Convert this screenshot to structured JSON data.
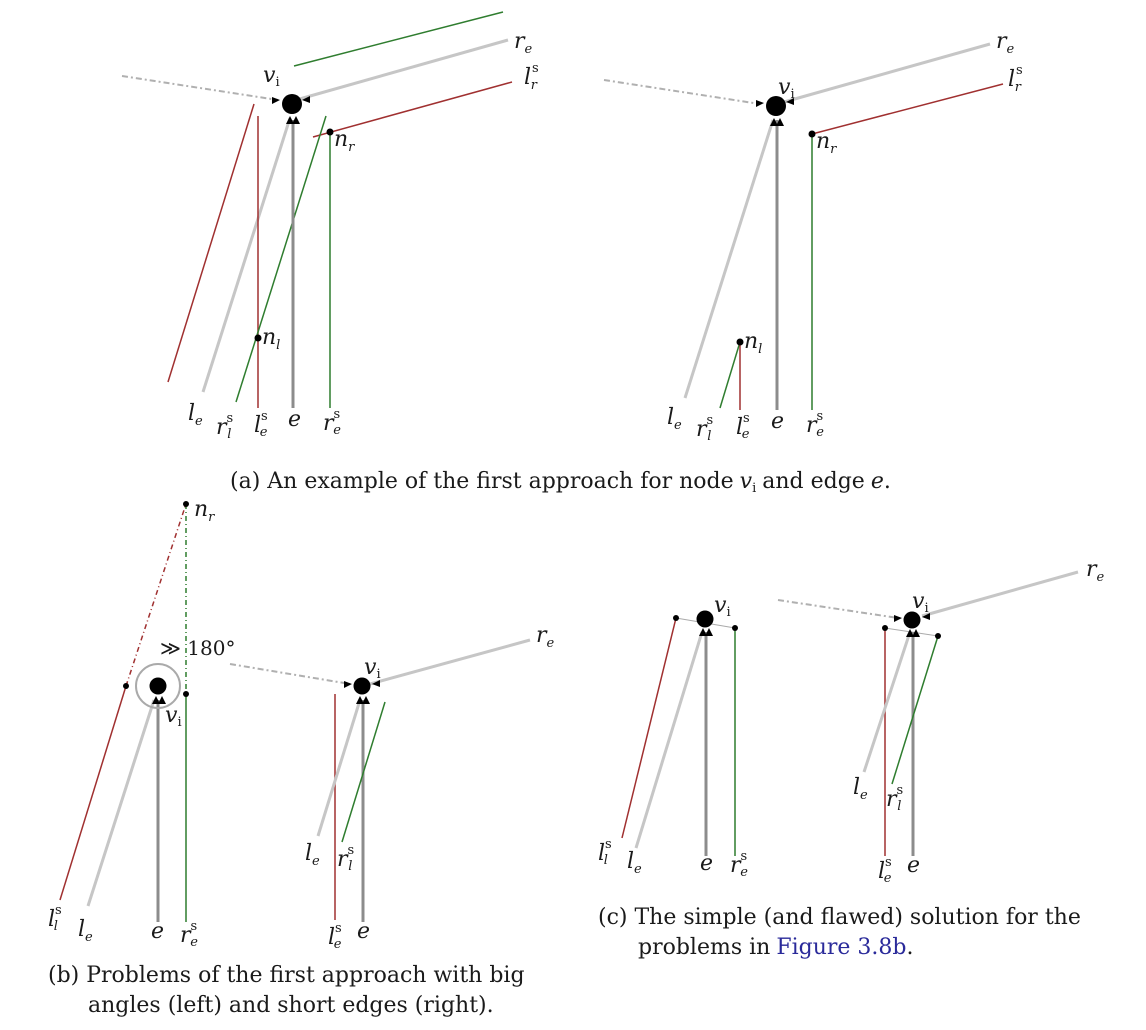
{
  "colors": {
    "edge_gray": "#8c8c8c",
    "light_gray": "#c6c6c6",
    "red": "#a03030",
    "green": "#2f7d2f",
    "dark": "#000000",
    "link": "#2a2a9a"
  },
  "labels": {
    "v": "v",
    "v_sub": "i",
    "r": "r",
    "l": "l",
    "e": "e",
    "n": "n",
    "s": "s",
    "sub_e": "e",
    "sub_r": "r",
    "sub_l": "l",
    "angle": "≫ 180°"
  },
  "captions": {
    "a_prefix": "(a) An example of the first approach for node",
    "a_mid": "and edge",
    "a_end": ".",
    "b_line1": "(b) Problems of the first approach with big",
    "b_line2": "angles (left) and short edges (right).",
    "c_line1": "(c) The simple (and flawed) solution for the",
    "c_line2_prefix": "problems in",
    "c_line2_ref": "Figure 3.8b",
    "c_line2_end": "."
  }
}
